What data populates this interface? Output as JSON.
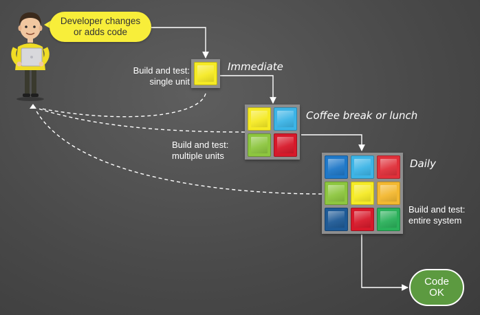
{
  "speech_bubble": {
    "line1": "Developer changes",
    "line2": "or adds code"
  },
  "stages": [
    {
      "name": "Immediate",
      "label_line1": "Build and test:",
      "label_line2": "single unit",
      "tile_colors": [
        "#f5ea25"
      ]
    },
    {
      "name": "Coffee break or lunch",
      "label_line1": "Build and test:",
      "label_line2": "multiple units",
      "tile_colors": [
        "#f5ea25",
        "#3cb4e6",
        "#8dc63f",
        "#d7192a"
      ]
    },
    {
      "name": "Daily",
      "label_line1": "Build and test:",
      "label_line2": "entire system",
      "tile_colors": [
        "#1f78c8",
        "#3cb4e6",
        "#e0303a",
        "#8dc63f",
        "#f5ea25",
        "#f3b830",
        "#1e5a96",
        "#d7192a",
        "#2ab05a"
      ]
    }
  ],
  "result": {
    "line1": "Code",
    "line2": "OK"
  },
  "icons": {
    "developer": "developer-with-laptop-icon"
  }
}
